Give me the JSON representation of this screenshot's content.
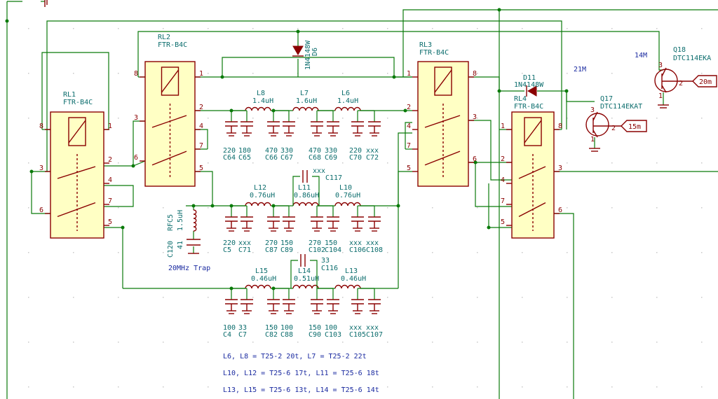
{
  "relays": [
    {
      "ref": "RL1",
      "value": "FTR-B4C"
    },
    {
      "ref": "RL2",
      "value": "FTR-B4C"
    },
    {
      "ref": "RL3",
      "value": "FTR-B4C"
    },
    {
      "ref": "RL4",
      "value": "FTR-B4C"
    }
  ],
  "pins": [
    "1",
    "2",
    "3",
    "4",
    "5",
    "6",
    "7",
    "8"
  ],
  "inductors": [
    {
      "ref": "L8",
      "value": "1.4uH"
    },
    {
      "ref": "L7",
      "value": "1.6uH"
    },
    {
      "ref": "L6",
      "value": "1.4uH"
    },
    {
      "ref": "L12",
      "value": "0.76uH"
    },
    {
      "ref": "L11",
      "value": "0.86uH"
    },
    {
      "ref": "L10",
      "value": "0.76uH"
    },
    {
      "ref": "L15",
      "value": "0.46uH"
    },
    {
      "ref": "L14",
      "value": "0.51uH"
    },
    {
      "ref": "L13",
      "value": "0.46uH"
    }
  ],
  "caps_row1": [
    {
      "value": "220",
      "ref": "C64"
    },
    {
      "value": "180",
      "ref": "C65"
    },
    {
      "value": "470",
      "ref": "C66"
    },
    {
      "value": "330",
      "ref": "C67"
    },
    {
      "value": "470",
      "ref": "C68"
    },
    {
      "value": "330",
      "ref": "C69"
    },
    {
      "value": "220",
      "ref": "C70"
    },
    {
      "value": "xxx",
      "ref": "C72"
    }
  ],
  "caps_row2": [
    {
      "value": "220",
      "ref": "C5"
    },
    {
      "value": "xxx",
      "ref": "C71"
    },
    {
      "value": "270",
      "ref": "C87"
    },
    {
      "value": "150",
      "ref": "C89"
    },
    {
      "value": "270",
      "ref": "C102"
    },
    {
      "value": "150",
      "ref": "C104"
    },
    {
      "value": "xxx",
      "ref": "C106"
    },
    {
      "value": "xxx",
      "ref": "C108"
    }
  ],
  "caps_row3": [
    {
      "value": "100",
      "ref": "C4"
    },
    {
      "value": "33",
      "ref": "C7"
    },
    {
      "value": "150",
      "ref": "C82"
    },
    {
      "value": "100",
      "ref": "C88"
    },
    {
      "value": "150",
      "ref": "C90"
    },
    {
      "value": "100",
      "ref": "C103"
    },
    {
      "value": "xxx",
      "ref": "C105"
    },
    {
      "value": "xxx",
      "ref": "C107"
    }
  ],
  "series_caps": [
    {
      "ref": "C117",
      "value": "xxx"
    },
    {
      "ref": "C116",
      "value": "33"
    }
  ],
  "trap": {
    "rfc_ref": "RFC5",
    "rfc_value": "1.5uH",
    "cap_ref": "C120",
    "cap_value": "41",
    "label": "20MHz Trap"
  },
  "diodes": [
    {
      "ref": "D6",
      "value": "1N4148W"
    },
    {
      "ref": "D11",
      "value": "1N4148W"
    }
  ],
  "transistors": [
    {
      "ref": "Q17",
      "value": "DTC114EKAT"
    },
    {
      "ref": "Q18",
      "value": "DTC114EKA"
    }
  ],
  "net_labels": {
    "m15": "15m",
    "m20": "20m",
    "m21": "21M",
    "m14": "14M"
  },
  "transistor_pins": [
    "1",
    "2",
    "3"
  ],
  "notes": [
    "L6, L8 = T25-2  20t, L7  = T25-2  22t",
    "L10, L12 = T25-6 17t, L11 = T25-6 18t",
    "L13, L15 = T25-6 13t, L14 = T25-6 14t"
  ]
}
